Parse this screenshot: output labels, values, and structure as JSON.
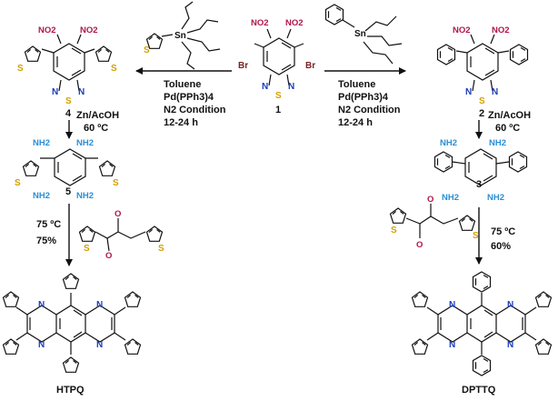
{
  "colors": {
    "bond": "#111111",
    "nitrogen": "#1a3dbf",
    "sulfur": "#d4a000",
    "nitro": "#b0154b",
    "bromine": "#7a2222",
    "amine": "#2a8fd6",
    "oxygen": "#b0154b"
  },
  "atoms": {
    "no2": "NO2",
    "nh2": "NH2",
    "br": "Br",
    "sn": "Sn",
    "n": "N",
    "s": "S",
    "o": "O"
  },
  "compounds": {
    "c1": "1",
    "c2": "2",
    "c3": "3",
    "c4": "4",
    "c5": "5",
    "htpq": "HTPQ",
    "dpttq": "DPTTQ"
  },
  "conditions": {
    "left": [
      "Toluene",
      "Pd(PPh3)4",
      "N2 Condition",
      "12-24 h"
    ],
    "right": [
      "Toluene",
      "Pd(PPh3)4",
      "N2 Condition",
      "12-24 h"
    ],
    "reduction_left": [
      "Zn/AcOH",
      "60 ºC"
    ],
    "reduction_right": [
      "Zn/AcOH",
      "60 ºC"
    ],
    "condensation_left": [
      "75 ºC",
      "75%"
    ],
    "condensation_right": [
      "75 ºC",
      "60%"
    ]
  }
}
